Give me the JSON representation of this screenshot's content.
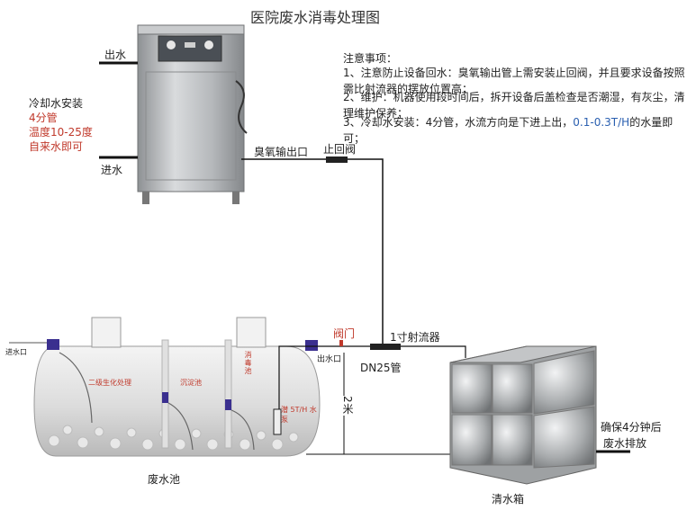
{
  "title": "医院废水消毒处理图",
  "notes": {
    "heading": "注意事项：",
    "items": [
      {
        "text": "1、注意防止设备回水：臭氧输出管上需安装止回阀，并且要求设备按照需比射流器的摆放位置高；",
        "highlight": ""
      },
      {
        "text": "2、维护：机器使用段时间后，拆开设备后盖检查是否潮湿，有灰尘，清理维护保养；",
        "highlight": ""
      },
      {
        "text": "3、冷却水安装：4分管，水流方向是下进上出，",
        "highlight": "0.1-0.3T/H",
        "suffix": "的水量即可；"
      }
    ]
  },
  "generator": {
    "outlet_label": "出水",
    "inlet_label": "进水",
    "cooling_title": "冷却水安装",
    "cooling_lines": [
      "4分管",
      "温度10-25度",
      "自来水即可"
    ],
    "ozone_outlet_label": "臭氧输出口",
    "check_valve_label": "止回阀"
  },
  "tank": {
    "name": "废水池",
    "inlet_label": "进水口",
    "stage1_label": "二级生化处理",
    "stage2_label": "沉淀池",
    "stage3_label": "消毒池",
    "pump_label": "潜 5T/H 水泵",
    "outlet_label": "出水口",
    "valve_label": "阀门",
    "pipe_label": "DN25管",
    "ejector_label": "1寸射流器",
    "height_label": "2米"
  },
  "clear_tank": {
    "name": "清水箱",
    "note_line1": "确保4分钟后",
    "note_line2": "废水排放"
  },
  "colors": {
    "steel": "#b9bcbf",
    "accent_blue": "#3a2f8f",
    "pipe": "#111111",
    "label_red": "#c0392b"
  }
}
